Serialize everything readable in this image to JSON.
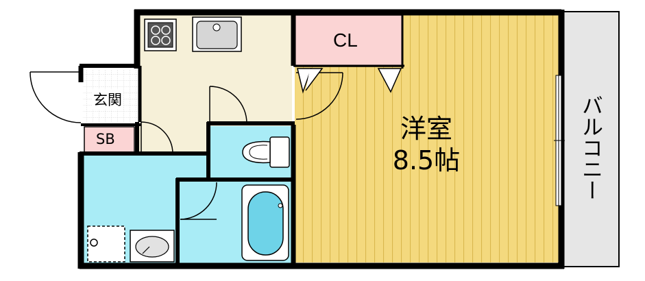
{
  "rooms": {
    "western_room": {
      "name": "洋室",
      "size": "8.5帖"
    },
    "closet": {
      "label": "CL"
    },
    "entrance": {
      "label": "玄関"
    },
    "shoe_box": {
      "label": "SB"
    },
    "balcony": {
      "label": "バルコニー"
    }
  },
  "colors": {
    "wall": "#000000",
    "floor_wood": "#f4d97e",
    "floor_wood_line": "#d9b74e",
    "kitchen_floor": "#f6f0d8",
    "wet_area": "#a9ecf6",
    "closet_fill": "#fbd4d4",
    "balcony_fill": "#e6e6e6",
    "entrance_tile": "#ffffff"
  }
}
